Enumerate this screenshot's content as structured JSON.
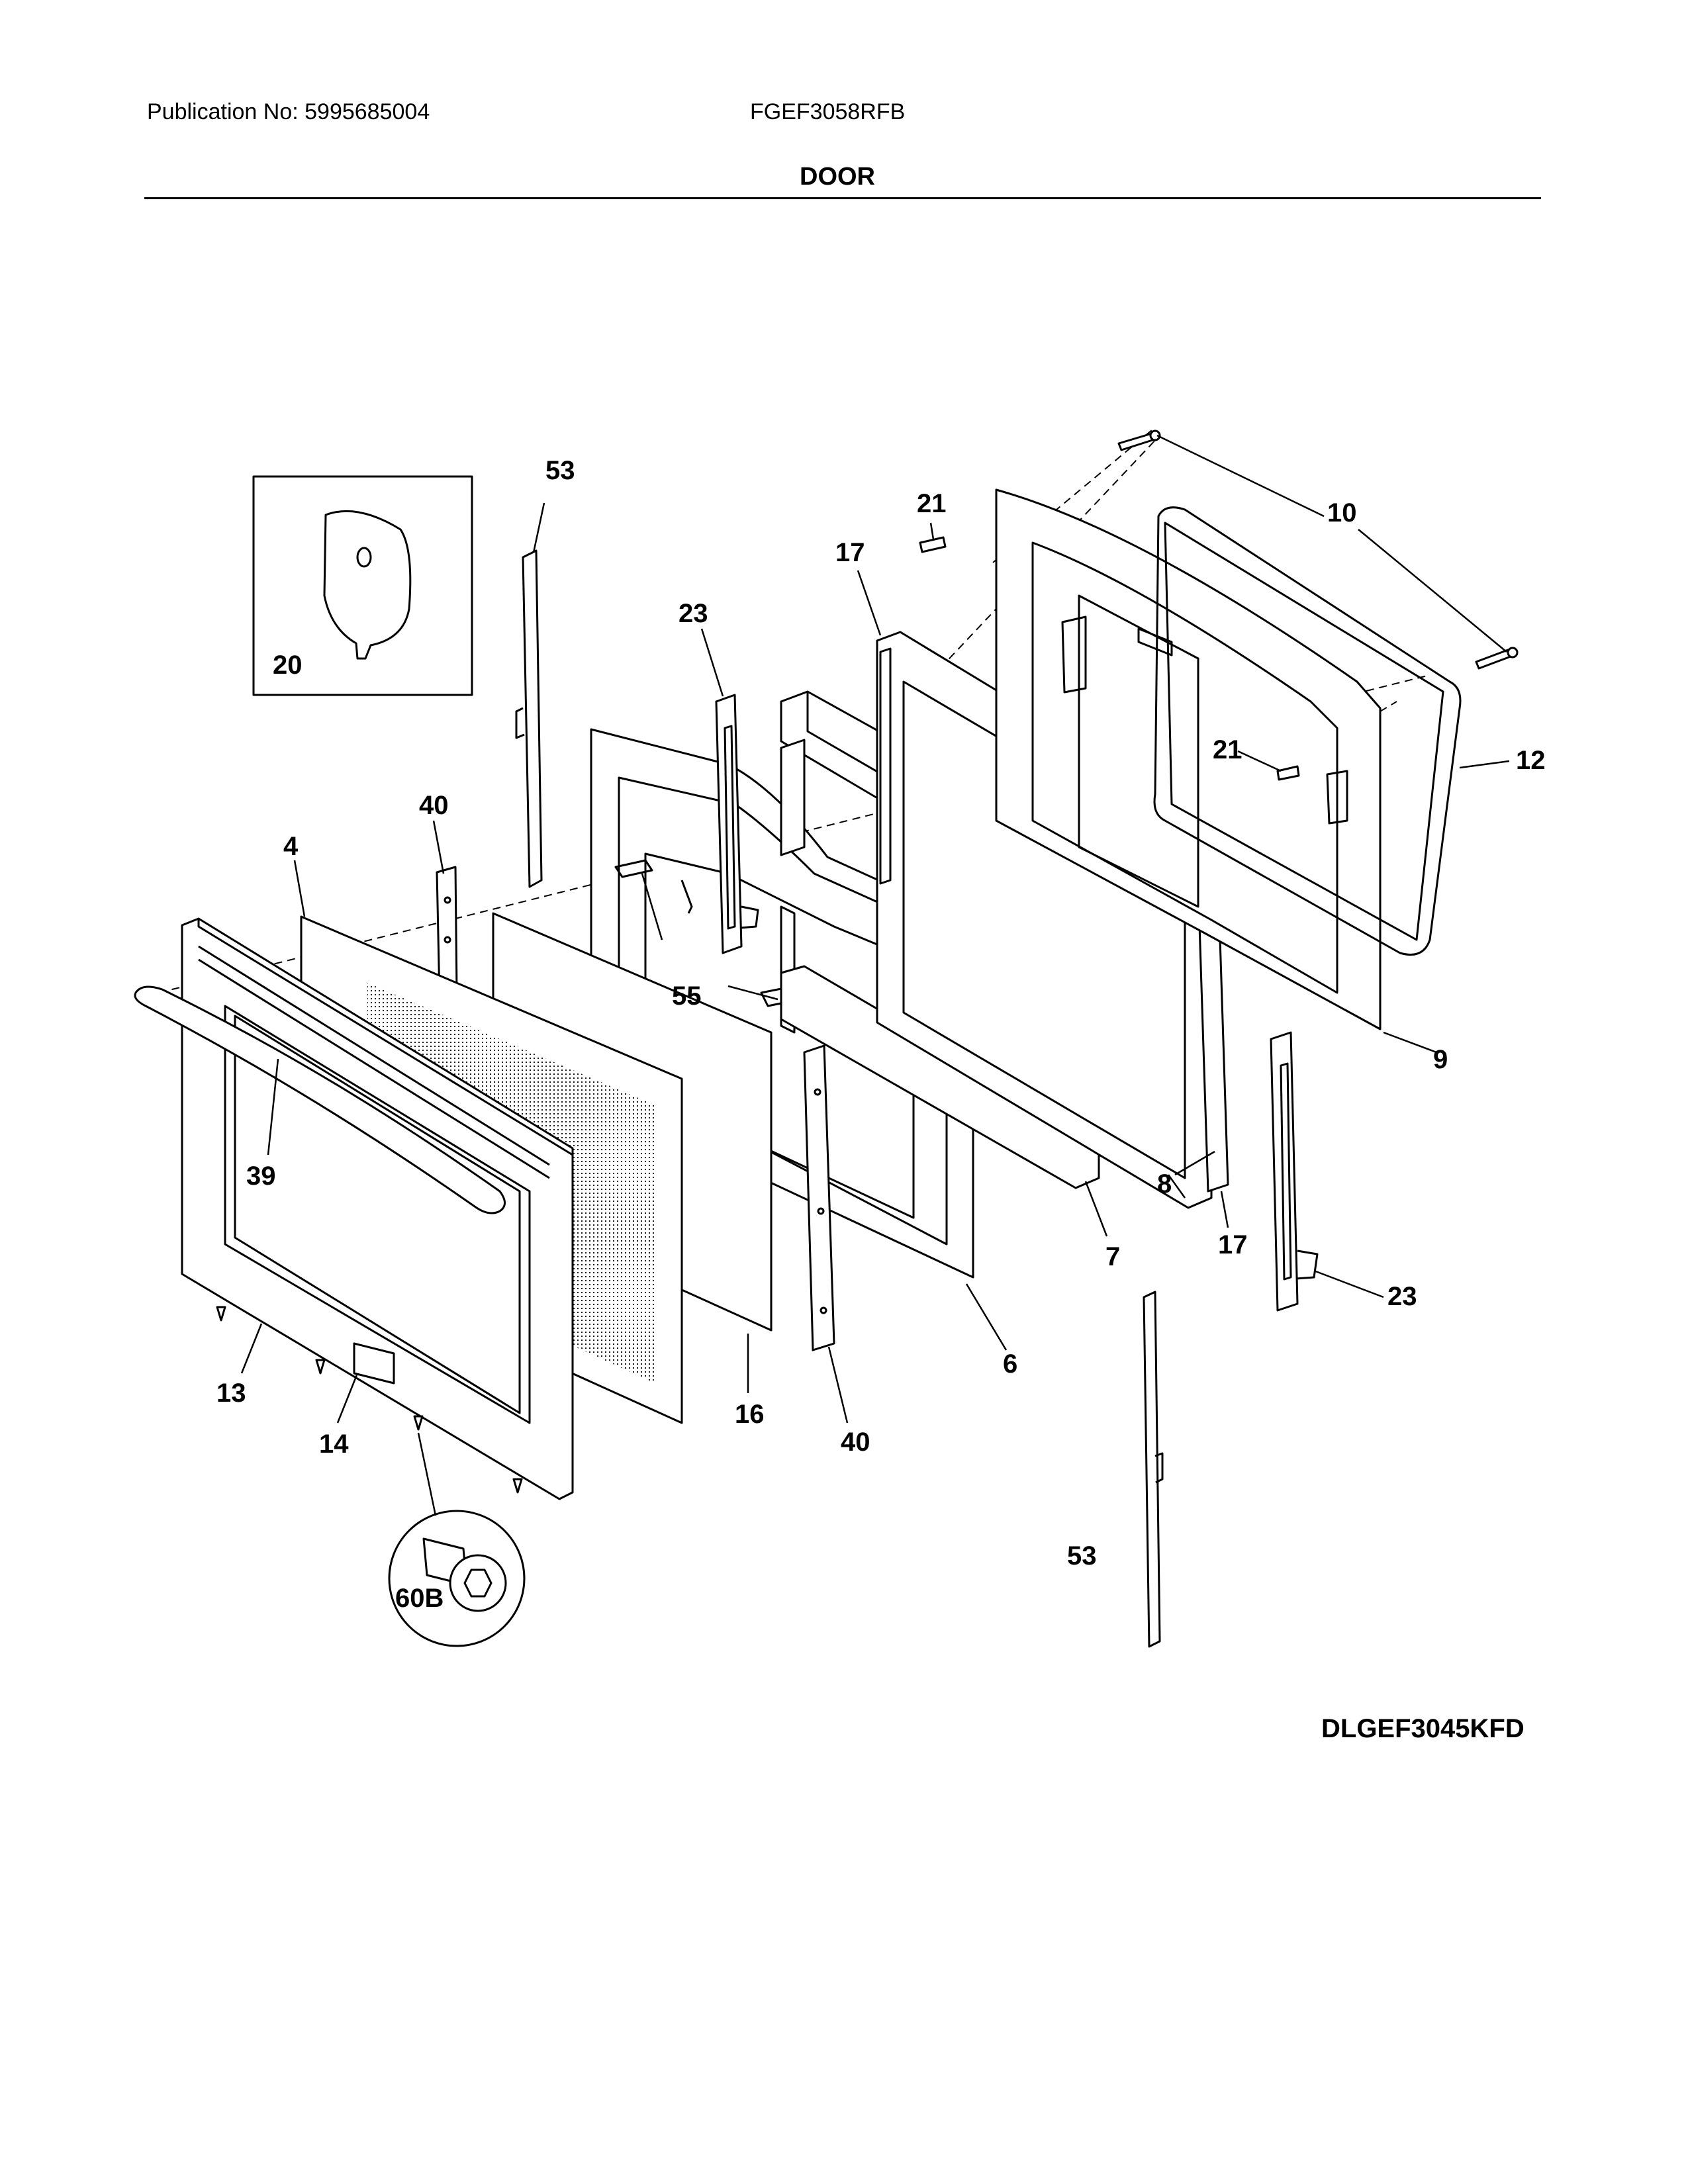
{
  "header": {
    "publication": "Publication No: 5995685004",
    "model": "FGEF3058RFB",
    "section_title": "DOOR"
  },
  "diagram_id": "DLGEF3045KFD",
  "callouts": {
    "c4": "4",
    "c6": "6",
    "c7": "7",
    "c8": "8",
    "c9": "9",
    "c10": "10",
    "c12": "12",
    "c13": "13",
    "c14": "14",
    "c16": "16",
    "c17a": "17",
    "c17b": "17",
    "c20": "20",
    "c21a": "21",
    "c21b": "21",
    "c23a": "23",
    "c23b": "23",
    "c39": "39",
    "c40a": "40",
    "c40b": "40",
    "c53a": "53",
    "c53b": "53",
    "c55": "55",
    "c60b": "60B"
  }
}
